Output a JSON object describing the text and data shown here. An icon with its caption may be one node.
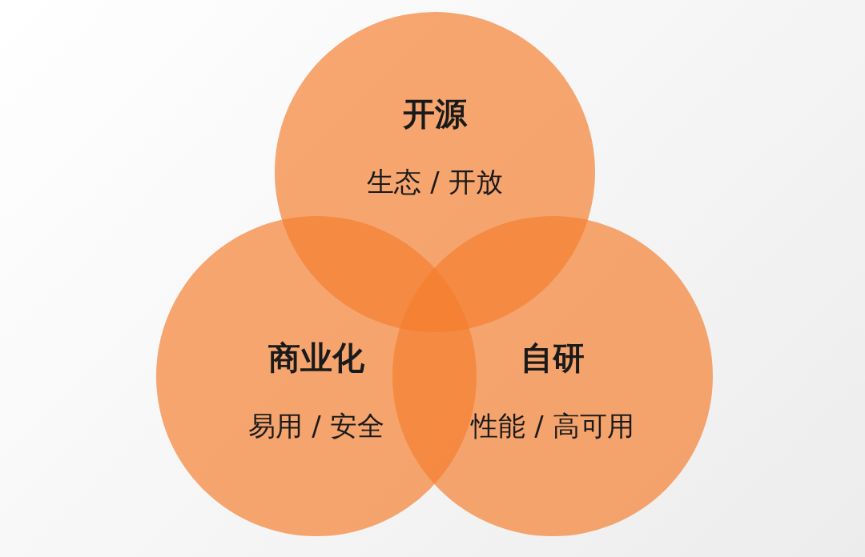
{
  "diagram": {
    "nodes": [
      {
        "text": [
          "开源",
          "生态 / 开放"
        ]
      },
      {
        "text": [
          "商业化",
          "易用 / 安全"
        ]
      },
      {
        "text": [
          "自研",
          "性能 / 高可用"
        ]
      }
    ]
  }
}
